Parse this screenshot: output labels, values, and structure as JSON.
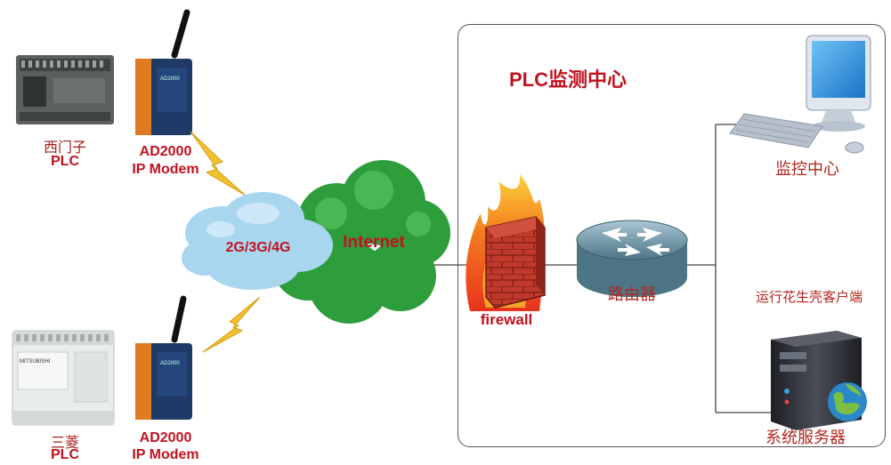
{
  "plc_center_title": "PLC监测中心",
  "plc_top": {
    "name": "西门子",
    "type": "PLC"
  },
  "plc_bottom": {
    "name": "三菱",
    "type": "PLC"
  },
  "modem_top": {
    "line1": "AD2000",
    "line2": "IP Modem"
  },
  "modem_bottom": {
    "line1": "AD2000",
    "line2": "IP Modem"
  },
  "cellular_cloud_label": "2G/3G/4G",
  "internet_cloud_label": "Internet",
  "firewall_label": "firewall",
  "router_label": "路由器",
  "monitor_label": "监控中心",
  "server_caption": "运行花生壳客户端",
  "server_label": "系统服务器",
  "colors": {
    "accent_red": "#c1121f",
    "cloud_blue": "#a9d6ef",
    "cloud_green": "#2e9e3c",
    "lightning": "#f2c12e"
  }
}
